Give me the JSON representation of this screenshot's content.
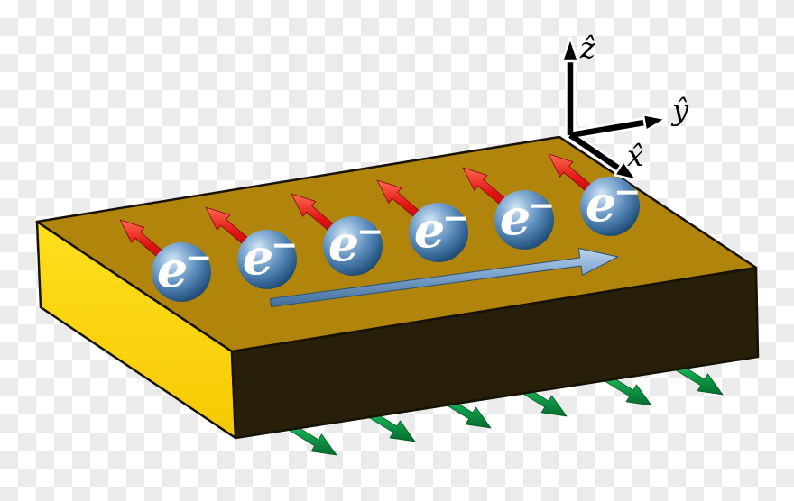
{
  "axes": {
    "z_label": "ẑ",
    "y_label": "ŷ",
    "x_label": "x̂",
    "color": "#000000"
  },
  "electrons": {
    "symbol": "e",
    "superscript": "−",
    "count": 6,
    "sphere_color": "#4a7dad",
    "text_color": "#ffffff"
  },
  "spin_arrows": {
    "count": 6,
    "color": "#e21412"
  },
  "current_arrow": {
    "color": "#7aa3cd"
  },
  "bottom_arrows": {
    "count": 6,
    "color": "#12a850"
  },
  "slab": {
    "top_color": "#b1850c",
    "side_color": "#ffd508",
    "front_color": "#281f0b"
  },
  "background": {
    "checker_light": "#ffffff",
    "checker_dark": "#ebebeb"
  }
}
